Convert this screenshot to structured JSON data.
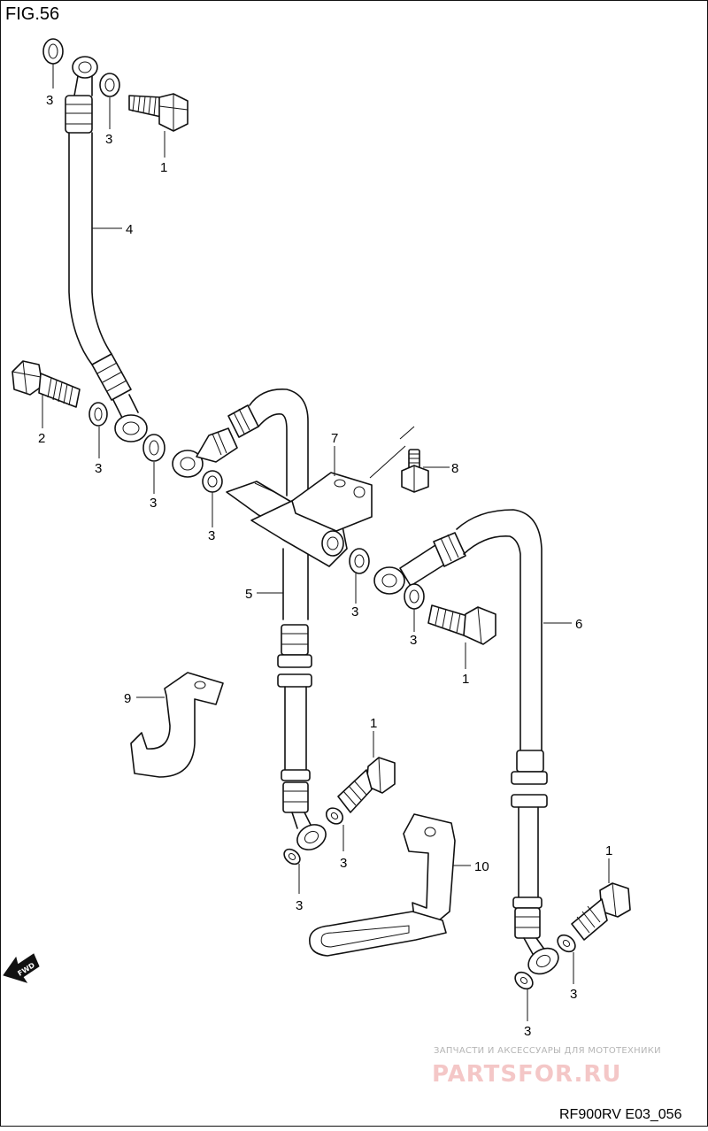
{
  "figure": {
    "title": "FIG.56",
    "model_code": "RF900RV E03_056"
  },
  "callouts": {
    "c1a": "3",
    "c1b": "3",
    "c1c": "1",
    "c1d": "4",
    "c2a": "2",
    "c2b": "3",
    "c2c": "3",
    "c2d": "3",
    "c3a": "7",
    "c3b": "8",
    "c3c": "5",
    "c3d": "3",
    "c3e": "3",
    "c3f": "1",
    "c3g": "6",
    "c4a": "9",
    "c4b": "1",
    "c4c": "3",
    "c4d": "3",
    "c4e": "10",
    "c5a": "1",
    "c5b": "3",
    "c5c": "3"
  },
  "direction_marker": {
    "label": "FWD",
    "icon": "forward-arrow-icon"
  },
  "watermark": {
    "caption": "ЗАПЧАСТИ И АКСЕССУАРЫ ДЛЯ МОТОТЕХНИКИ",
    "brand": "PARTSFOR.RU",
    "brand_color": "#f4c7c7"
  }
}
